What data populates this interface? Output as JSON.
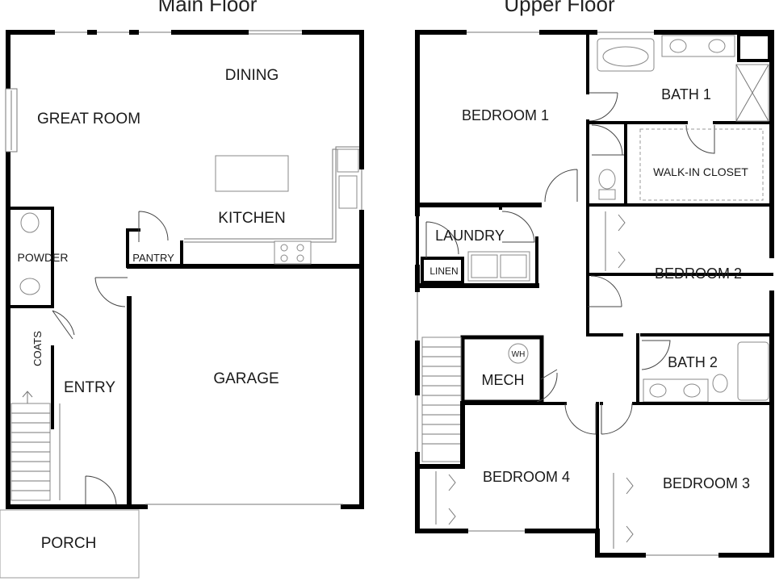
{
  "floors": {
    "main": {
      "title": "Main Floor",
      "rooms": {
        "great_room": "GREAT ROOM",
        "dining": "DINING",
        "kitchen": "KITCHEN",
        "pantry": "PANTRY",
        "powder": "POWDER",
        "coats": "COATS",
        "entry": "ENTRY",
        "garage": "GARAGE",
        "porch": "PORCH"
      }
    },
    "upper": {
      "title": "Upper Floor",
      "rooms": {
        "bedroom1": "BEDROOM 1",
        "bath1": "BATH 1",
        "walkin": "WALK-IN CLOSET",
        "laundry": "LAUNDRY",
        "linen": "LINEN",
        "bedroom2": "BEDROOM 2",
        "mech": "MECH",
        "wh": "WH",
        "bath2": "BATH 2",
        "bedroom4": "BEDROOM 4",
        "bedroom3": "BEDROOM 3"
      }
    }
  }
}
